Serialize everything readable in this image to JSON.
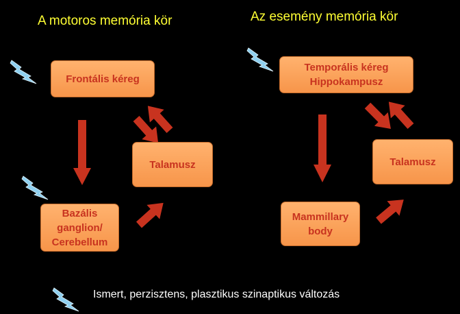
{
  "diagram": {
    "left": {
      "title": "A motoros memória kör",
      "boxes": {
        "frontal": "Frontális kéreg",
        "thalamus": "Talamusz",
        "basal": "Bazális\nganglion/\nCerebellum"
      }
    },
    "right": {
      "title": "Az esemény memória kör",
      "boxes": {
        "temporal": "Temporális kéreg\nHippokampusz",
        "thalamus": "Talamusz",
        "mammillary": "Mammillary\nbody"
      }
    },
    "legend": {
      "icon": "lightning-icon",
      "text": "Ismert, perzisztens, plasztikus szinaptikus változás"
    }
  },
  "colors": {
    "background": "#000000",
    "title": "#ffff33",
    "box_fill": "#f7954a",
    "box_text": "#c8331f",
    "arrow": "#c8331f",
    "lightning": "#8fd0f0"
  }
}
